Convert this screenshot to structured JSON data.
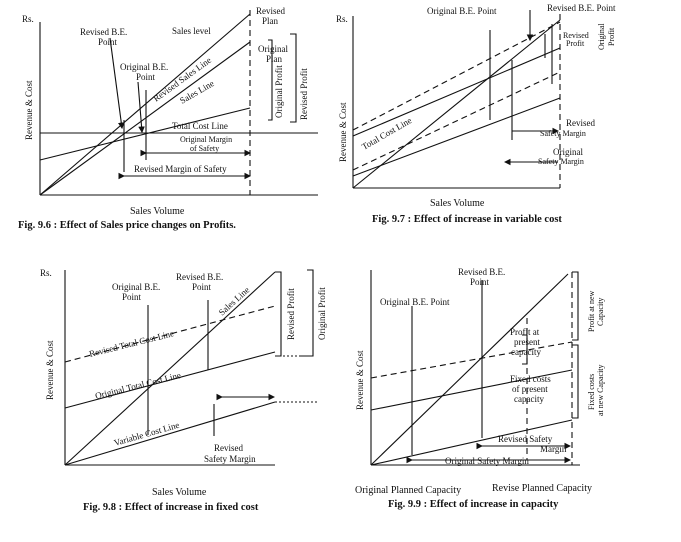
{
  "fig96": {
    "rs": "Rs.",
    "ylabel": "Revenue & Cost",
    "xlabel": "Sales Volume",
    "caption": "Fig. 9.6 : Effect of Sales price changes on Profits.",
    "revised_be_1": "Revised B.E.",
    "revised_be_2": "Point",
    "sales_level": "Sales level",
    "revised_plan_1": "Revised",
    "revised_plan_2": "Plan",
    "original_plan_1": "Original",
    "original_plan_2": "Plan",
    "original_be_1": "Original B.E.",
    "original_be_2": "Point",
    "revised_sales_line": "Revised Sales Line",
    "sales_line": "Sales Line",
    "original_profit": "Original Profit",
    "revised_profit": "Revised Profit",
    "total_cost_line": "Total Cost Line",
    "original_margin_1": "Original Margin",
    "original_margin_2": "of Safety",
    "revised_margin": "Revised Margin of Safety"
  },
  "fig97": {
    "rs": "Rs.",
    "ylabel": "Revenue & Cost",
    "xlabel": "Sales Volume",
    "caption": "Fig. 9.7 : Effect of increase in variable cost",
    "original_be": "Original B.E. Point",
    "revised_be": "Revised B.E. Point",
    "revised_profit_1": "Revised",
    "revised_profit_2": "Profit",
    "original_profit_1": "Original",
    "original_profit_2": "Profit",
    "total_cost_line": "Total Cost Line",
    "revised_margin_1": "Revised",
    "revised_margin_2": "Safety Margin",
    "original_margin_1": "Original",
    "original_margin_2": "Safety Margin"
  },
  "fig98": {
    "rs": "Rs.",
    "ylabel": "Revenue & Cost",
    "xlabel": "Sales Volume",
    "caption": "Fig. 9.8 : Effect of increase in fixed cost",
    "original_be_1": "Original B.E.",
    "original_be_2": "Point",
    "revised_be_1": "Revised B.E.",
    "revised_be_2": "Point",
    "sales_line": "Sales Line",
    "revised_profit": "Revised Profit",
    "original_profit": "Original Profit",
    "revised_total_cost": "Revised Total Cost Line",
    "original_total_cost": "Original Total Cost Line",
    "variable_cost": "Variable Cost Line",
    "revised_margin_1": "Revised",
    "revised_margin_2": "Safety Margin"
  },
  "fig99": {
    "ylabel": "Revenue & Cost",
    "caption": "Fig. 9.9 : Effect of increase in capacity",
    "revised_be_1": "Revised B.E.",
    "revised_be_2": "Point",
    "original_be": "Original B.E. Point",
    "profit_new_1": "Profit at new",
    "profit_new_2": "Capacity",
    "profit_present_1": "Profit at",
    "profit_present_2": "present",
    "profit_present_3": "capacity",
    "fixed_present_1": "Fixed costs",
    "fixed_present_2": "of present",
    "fixed_present_3": "capacity",
    "fixed_new_1": "Fixed costs",
    "fixed_new_2": "at new Capacity",
    "revised_margin_1": "Revised Safety",
    "revised_margin_2": "Margin",
    "original_margin": "Original Safety Margin",
    "original_capacity": "Original Planned Capacity",
    "revise_capacity": "Revise Planned Capacity"
  }
}
